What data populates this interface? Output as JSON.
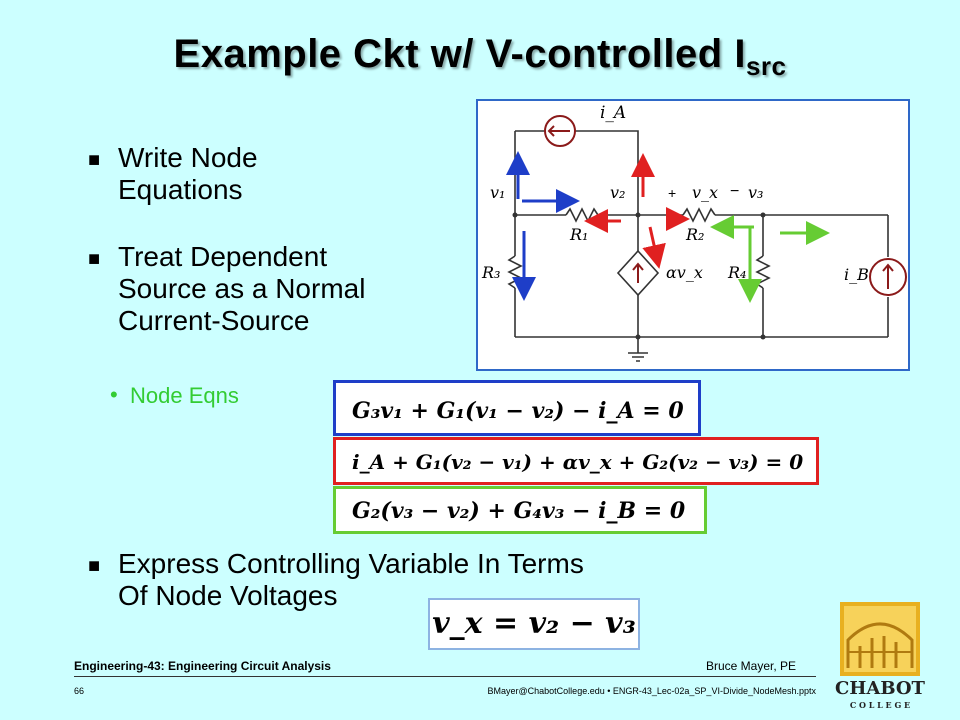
{
  "slide": {
    "title": "Example Ckt w/ V-controlled I",
    "title_subscript": "src",
    "bullets": [
      {
        "line1": "Write Node",
        "line2": "Equations"
      },
      {
        "line1": "Treat Dependent",
        "line2": "Source as a Normal",
        "line3": "Current-Source"
      }
    ],
    "sub_bullet": "Node Eqns",
    "bullet_express": {
      "line1": "Express Controlling Variable In Terms",
      "line2": "Of Node Voltages"
    },
    "equations": {
      "eq1": "G₃v₁ + G₁(v₁ − v₂) − i_A = 0",
      "eq2": "i_A + G₁(v₂ − v₁) + αv_x + G₂(v₂ − v₃) = 0",
      "eq3": "G₂(v₃ − v₂) + G₄v₃ − i_B = 0",
      "eq4": "v_x = v₂ − v₃"
    },
    "circuit_labels": {
      "iA": "i_A",
      "v1": "v₁",
      "v2": "v₂",
      "v3": "v₃",
      "vx": "v_x",
      "plus": "+",
      "minus": "−",
      "R1": "R₁",
      "R2": "R₂",
      "R3": "R₃",
      "R4": "R₄",
      "alpha_vx": "αv_x",
      "iB": "i_B"
    }
  },
  "footer": {
    "course": "Engineering-43: Engineering Circuit Analysis",
    "author": "Bruce Mayer, PE",
    "page": "66",
    "email": "BMayer@ChabotCollege.edu",
    "file": "• ENGR-43_Lec-02a_SP_VI-Divide_NodeMesh.pptx"
  },
  "logo": {
    "name": "CHABOT",
    "sub": "C O L L E G E"
  },
  "colors": {
    "background": "#CCFFFF",
    "blue": "#1E3EC8",
    "red": "#E02020",
    "green": "#66CC33"
  }
}
